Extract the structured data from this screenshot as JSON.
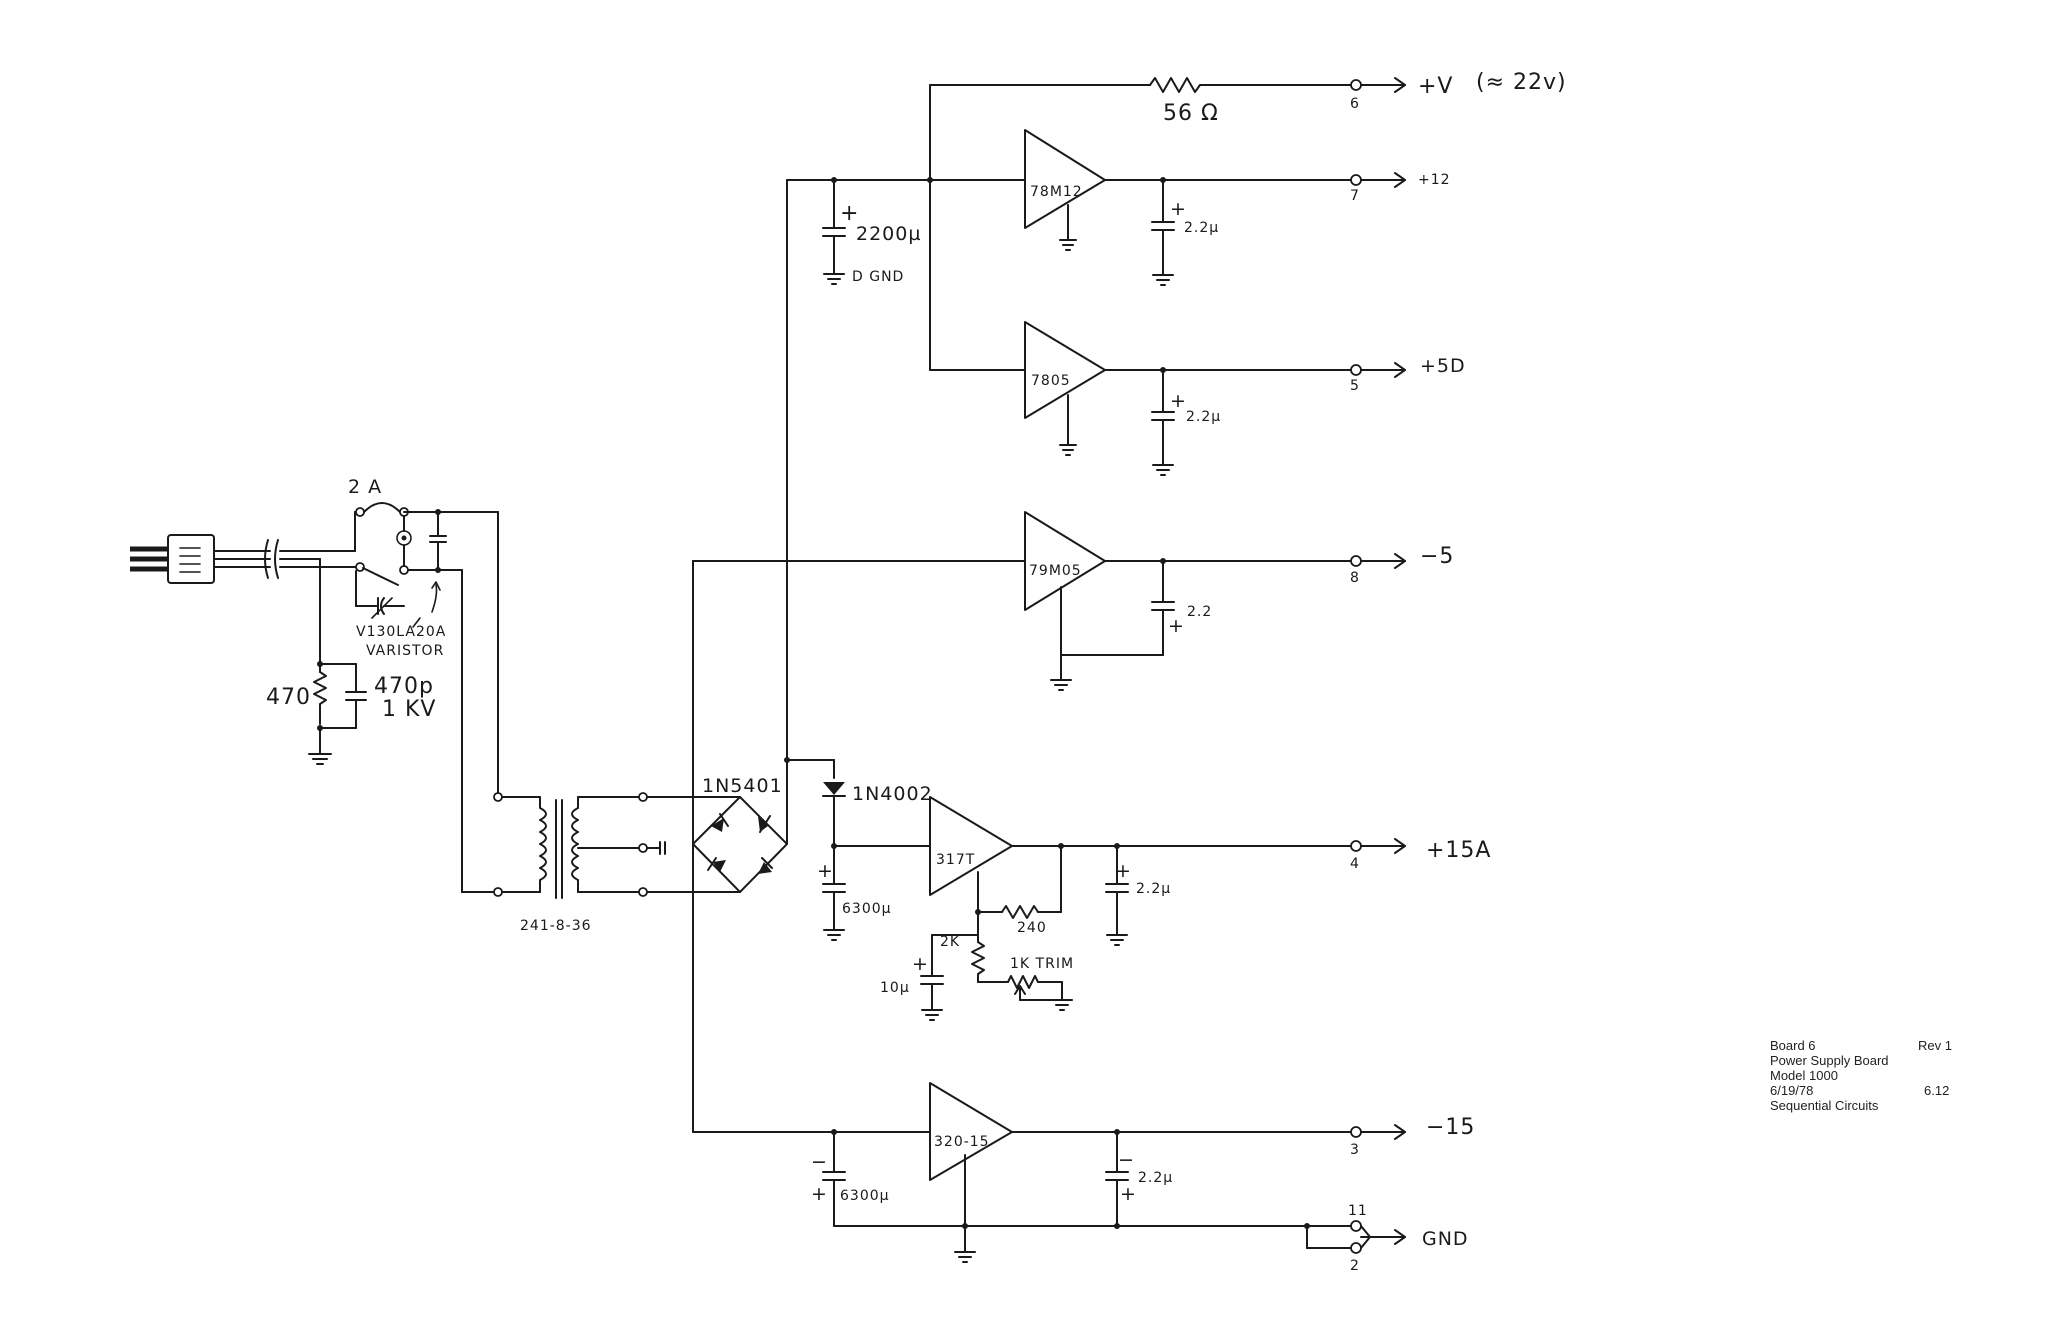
{
  "outputs": {
    "v_label": "+V",
    "v_note": "(≈ 22v)",
    "v_pin": "6",
    "p12_label": "+12",
    "p12_pin": "7",
    "p5_label": "+5D",
    "p5_pin": "5",
    "m5_label": "−5",
    "m5_pin": "8",
    "p15a_label": "+15A",
    "p15a_pin": "4",
    "m15_label": "−15",
    "m15_pin": "3",
    "gnd_label": "GND",
    "gnd_pin_a": "11",
    "gnd_pin_b": "2"
  },
  "components": {
    "r56": "56 Ω",
    "c2200": "2200µ",
    "c2200_plus": "+",
    "dgnd": "D GND",
    "reg_78m12": "78M12",
    "reg_7805": "7805",
    "reg_79m05": "79M05",
    "reg_317t": "317T",
    "reg_320": "320-15",
    "c_12": "2.2µ",
    "c_5": "2.2µ",
    "c_m5": "2.2",
    "c_15a": "2.2µ",
    "c_m15": "2.2µ",
    "plus": "+",
    "minus": "−",
    "fuse": "2 A",
    "varistor_part": "V130LA20A",
    "varistor": "VARISTOR",
    "r470": "470",
    "c470p": "470p",
    "c1kv": "1 KV",
    "transformer": "241-8-36",
    "bridge": "1N5401",
    "diode": "1N4002",
    "c6300_a": "6300µ",
    "c6300_b": "6300µ",
    "r240": "240",
    "r2k": "2K",
    "c10": "10µ",
    "trim": "1K TRIM"
  },
  "title_block": {
    "board": "Board 6",
    "rev": "Rev 1",
    "name": "Power Supply Board",
    "model": "Model 1000",
    "date": "6/19/78",
    "page": "6.12",
    "company": "Sequential Circuits"
  }
}
